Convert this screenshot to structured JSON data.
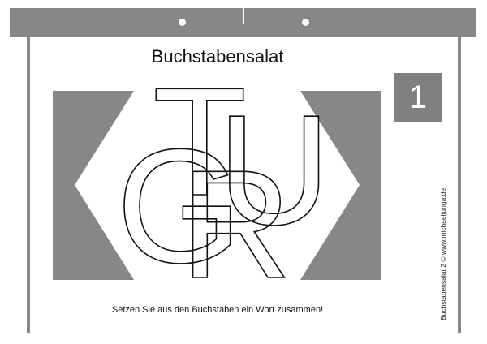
{
  "title": "Buchstabensalat",
  "card_number": "1",
  "letters": [
    "T",
    "U",
    "G",
    "R"
  ],
  "instruction": "Setzen Sie aus den  Buchstaben ein Wort zusammen!",
  "credit": "Buchstabensalat 2 © www.michaeljunga.de",
  "colors": {
    "gray": "#878787",
    "box": "#808080"
  }
}
